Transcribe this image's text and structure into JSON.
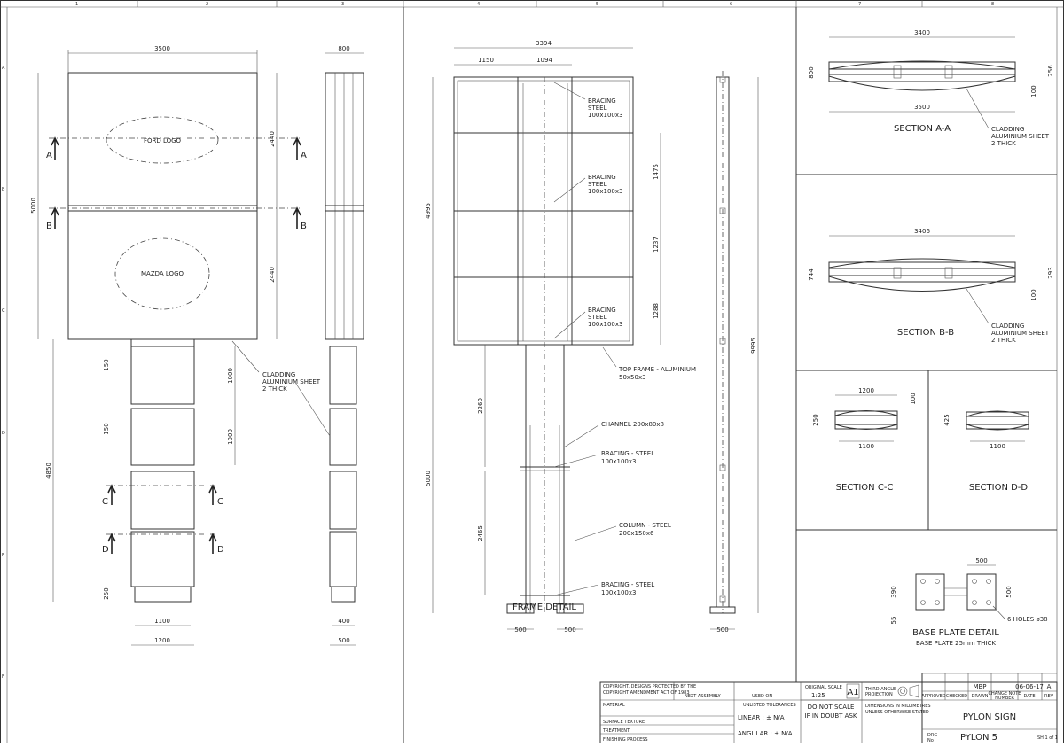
{
  "grid": {
    "cols": [
      "1",
      "2",
      "3",
      "4",
      "5",
      "6",
      "7",
      "8"
    ],
    "rows": [
      "A",
      "B",
      "C",
      "D",
      "E",
      "F"
    ]
  },
  "sign": {
    "width": "3500",
    "side_width": "800",
    "total_h": "5000",
    "panel_h_top": "2440",
    "panel_h_bottom": "2440",
    "logo_top": "FORD LOGO",
    "logo_bottom": "MAZDA LOGO",
    "col_total": "4850",
    "seg_150a": "150",
    "seg_150b": "150",
    "seg_1000a": "1000",
    "seg_1000b": "1000",
    "seg_250": "250",
    "base_1100": "1100",
    "base_1200": "1200",
    "side_400": "400",
    "side_500": "500",
    "cut_A": "A",
    "cut_B": "B",
    "cut_C": "C",
    "cut_D": "D",
    "cladding_1": "CLADDING",
    "cladding_2": "ALUMINIUM SHEET",
    "cladding_3": "2 THICK"
  },
  "frame": {
    "title": "FRAME DETAIL",
    "w_total": "3394",
    "w_left": "1150",
    "w_mid": "1094",
    "h_upper": "4995",
    "h_lower": "5000",
    "h_right": "9995",
    "d_1475": "1475",
    "d_1237": "1237",
    "d_1288": "1288",
    "d_2260": "2260",
    "d_2465": "2465",
    "base_500a": "500",
    "base_500b": "500",
    "side_500": "500",
    "brace1_1": "BRACING",
    "brace1_2": "STEEL",
    "brace1_3": "100x100x3",
    "brace2_1": "BRACING",
    "brace2_2": "STEEL",
    "brace2_3": "100x100x3",
    "brace3_1": "BRACING",
    "brace3_2": "STEEL",
    "brace3_3": "100x100x3",
    "top_frame_1": "TOP FRAME - ALUMINIUM",
    "top_frame_2": "50x50x3",
    "channel": "CHANNEL 200x80x8",
    "brace4_1": "BRACING - STEEL",
    "brace4_2": "100x100x3",
    "column_1": "COLUMN - STEEL",
    "column_2": "200x150x6",
    "brace5_1": "BRACING - STEEL",
    "brace5_2": "100x100x3"
  },
  "sections": {
    "aa_title": "SECTION A-A",
    "aa_w_top": "3400",
    "aa_w_bot": "3500",
    "aa_h": "800",
    "aa_r1": "256",
    "aa_r2": "100",
    "aa_clad_1": "CLADDING",
    "aa_clad_2": "ALUMINIUM SHEET",
    "aa_clad_3": "2 THICK",
    "bb_title": "SECTION B-B",
    "bb_w_top": "3406",
    "bb_h": "744",
    "bb_r1": "293",
    "bb_r2": "100",
    "bb_clad_1": "CLADDING",
    "bb_clad_2": "ALUMINIUM SHEET",
    "bb_clad_3": "2 THICK",
    "cc_title": "SECTION C-C",
    "cc_w_top": "1200",
    "cc_w_bot": "1100",
    "cc_h": "250",
    "cc_r": "100",
    "dd_title": "SECTION D-D",
    "dd_w_bot": "1100",
    "dd_h": "425",
    "bp_title": "BASE PLATE DETAIL",
    "bp_sub": "BASE PLATE 25mm THICK",
    "bp_w": "500",
    "bp_h": "500",
    "bp_390": "390",
    "bp_55": "55",
    "bp_holes": "6 HOLES ø38"
  },
  "titleblock": {
    "copyright_1": "COPYRIGHT. DESIGNS PROTECTED BY THE",
    "copyright_2": "COPYRIGHT AMENDMENT ACT OF 1983",
    "next_assembly": "NEXT ASSEMBLY",
    "used_on": "USED ON",
    "material": "MATERIAL",
    "surface_texture": "SURFACE TEXTURE",
    "treatment": "TREATMENT",
    "finishing": "FINISHING PROCESS",
    "unlisted_tol": "UNLISTED TOLERANCES",
    "linear": "LINEAR : ± N/A",
    "angular": "ANGULAR : ± N/A",
    "orig_scale_label": "ORIGINAL SCALE",
    "scale": "1:25",
    "sheet_size": "A1",
    "dns_1": "DO NOT SCALE",
    "dns_2": "IF IN DOUBT ASK",
    "third_angle_1": "THIRD ANGLE",
    "third_angle_2": "PROJECTION",
    "dims_note_1": "DIMENSIONS IN MILLIMETRES",
    "dims_note_2": "UNLESS OTHERWISE STATED",
    "drawn_by": "MBP",
    "date": "06-06-17",
    "rev": "A",
    "approved": "APPROVED",
    "checked": "CHECKED",
    "drawn": "DRAWN",
    "change_note_1": "CHANGE NOTE",
    "change_note_2": "NUMBER",
    "date_label": "DATE",
    "rev_label": "REV",
    "title": "PYLON SIGN",
    "dwg_label_1": "DRG",
    "dwg_label_2": "No",
    "dwg_no": "PYLON 5",
    "sheet": "SH 1 of 1"
  }
}
